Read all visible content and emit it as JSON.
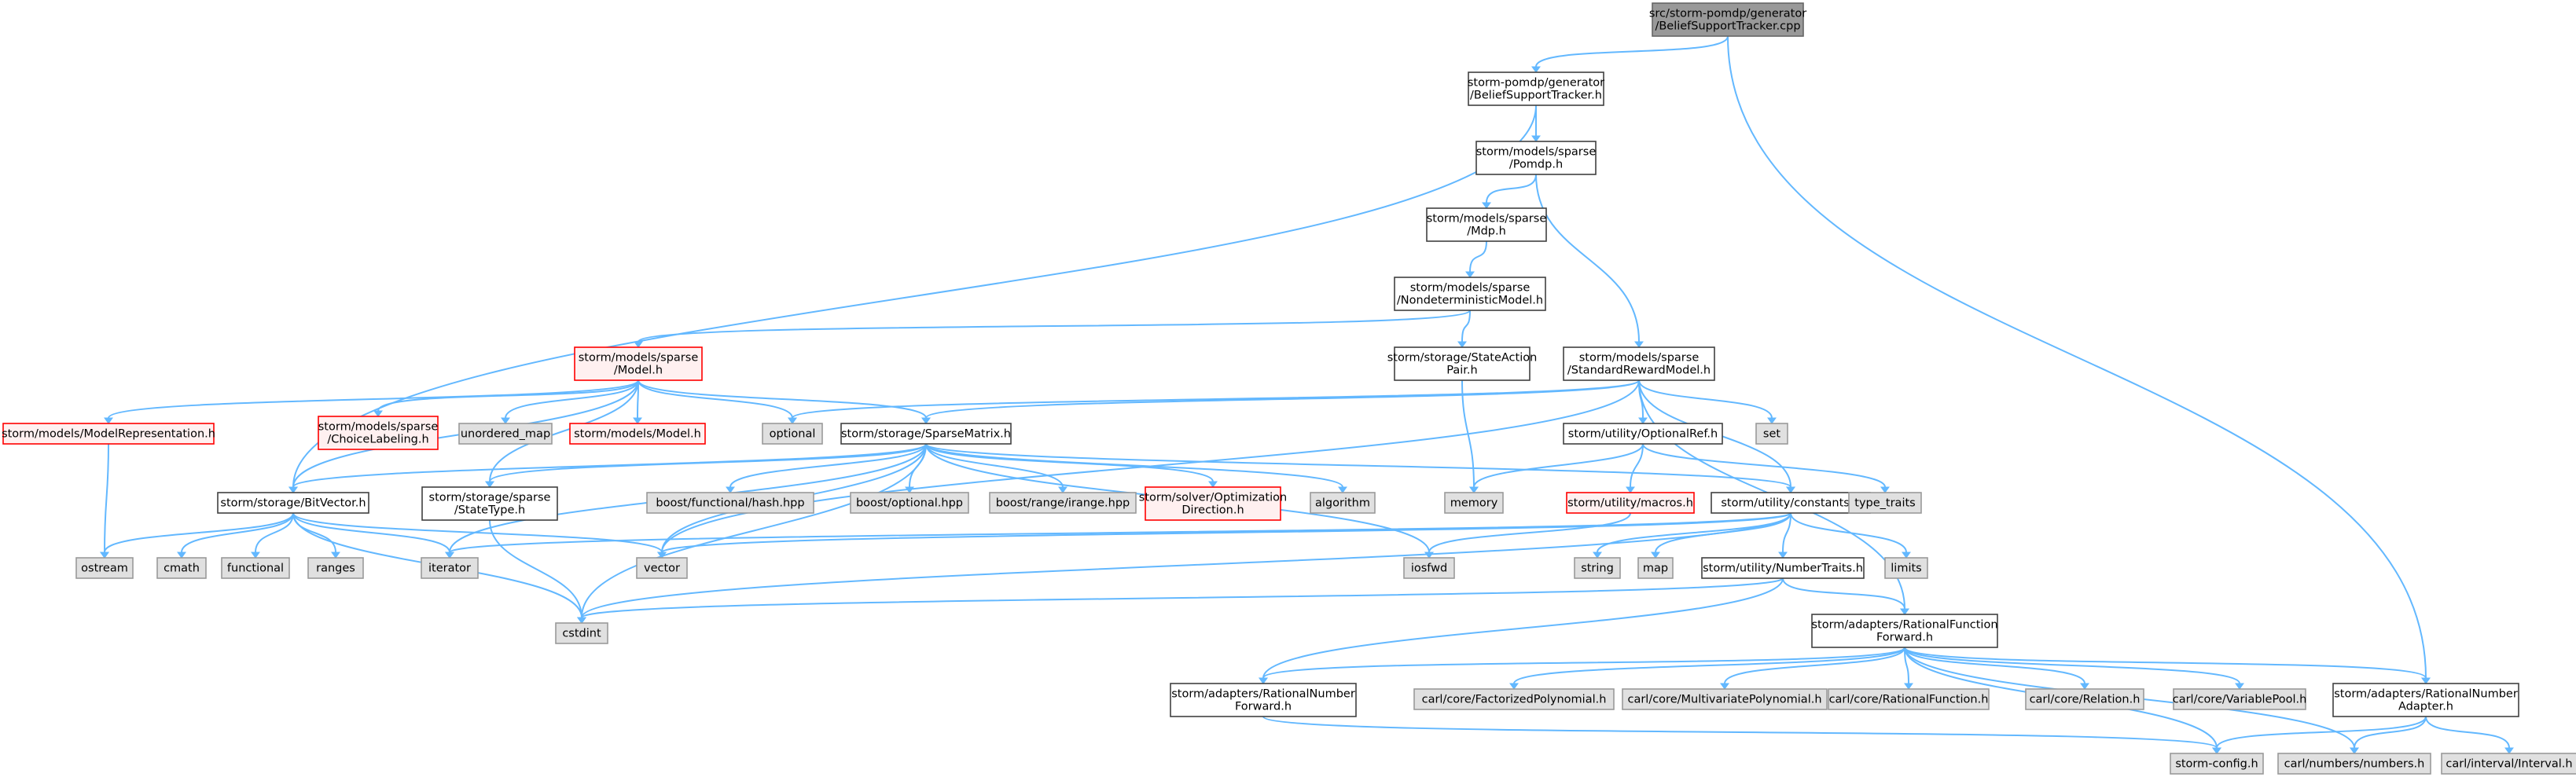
{
  "graph": {
    "nodes": [
      {
        "id": "root",
        "kind": "root",
        "lines": [
          "src/storm-pomdp/generator",
          "/BeliefSupportTracker.cpp"
        ]
      },
      {
        "id": "bst",
        "kind": "normal",
        "lines": [
          "storm-pomdp/generator",
          "/BeliefSupportTracker.h"
        ]
      },
      {
        "id": "pomdp",
        "kind": "normal",
        "lines": [
          "storm/models/sparse",
          "/Pomdp.h"
        ]
      },
      {
        "id": "mdp",
        "kind": "normal",
        "lines": [
          "storm/models/sparse",
          "/Mdp.h"
        ]
      },
      {
        "id": "ndm",
        "kind": "normal",
        "lines": [
          "storm/models/sparse",
          "/NondeterministicModel.h"
        ]
      },
      {
        "id": "model",
        "kind": "red",
        "lines": [
          "storm/models/sparse",
          "/Model.h"
        ]
      },
      {
        "id": "sap",
        "kind": "normal",
        "lines": [
          "storm/storage/StateAction",
          "Pair.h"
        ]
      },
      {
        "id": "srm",
        "kind": "normal",
        "lines": [
          "storm/models/sparse",
          "/StandardRewardModel.h"
        ]
      },
      {
        "id": "modelrep",
        "kind": "red",
        "lines": [
          "storm/models/ModelRepresentation.h"
        ]
      },
      {
        "id": "choicelab",
        "kind": "red",
        "lines": [
          "storm/models/sparse",
          "/ChoiceLabeling.h"
        ]
      },
      {
        "id": "umap",
        "kind": "gray",
        "lines": [
          "unordered_map"
        ]
      },
      {
        "id": "modelh",
        "kind": "red",
        "lines": [
          "storm/models/Model.h"
        ]
      },
      {
        "id": "optional",
        "kind": "gray",
        "lines": [
          "optional"
        ]
      },
      {
        "id": "spmat",
        "kind": "normal",
        "lines": [
          "storm/storage/SparseMatrix.h"
        ]
      },
      {
        "id": "optref",
        "kind": "normal",
        "lines": [
          "storm/utility/OptionalRef.h"
        ]
      },
      {
        "id": "set",
        "kind": "gray",
        "lines": [
          "set"
        ]
      },
      {
        "id": "bitvec",
        "kind": "normal",
        "lines": [
          "storm/storage/BitVector.h"
        ]
      },
      {
        "id": "statetype",
        "kind": "normal",
        "lines": [
          "storm/storage/sparse",
          "/StateType.h"
        ]
      },
      {
        "id": "bhash",
        "kind": "gray",
        "lines": [
          "boost/functional/hash.hpp"
        ]
      },
      {
        "id": "bopt",
        "kind": "gray",
        "lines": [
          "boost/optional.hpp"
        ]
      },
      {
        "id": "brange",
        "kind": "gray",
        "lines": [
          "boost/range/irange.hpp"
        ]
      },
      {
        "id": "optdir",
        "kind": "red",
        "lines": [
          "storm/solver/Optimization",
          "Direction.h"
        ]
      },
      {
        "id": "algorithm",
        "kind": "gray",
        "lines": [
          "algorithm"
        ]
      },
      {
        "id": "memory",
        "kind": "gray",
        "lines": [
          "memory"
        ]
      },
      {
        "id": "macros",
        "kind": "red",
        "lines": [
          "storm/utility/macros.h"
        ]
      },
      {
        "id": "constants",
        "kind": "normal",
        "lines": [
          "storm/utility/constants.h"
        ]
      },
      {
        "id": "typetraits",
        "kind": "gray",
        "lines": [
          "type_traits"
        ]
      },
      {
        "id": "ostream",
        "kind": "gray",
        "lines": [
          "ostream"
        ]
      },
      {
        "id": "cmath",
        "kind": "gray",
        "lines": [
          "cmath"
        ]
      },
      {
        "id": "functional",
        "kind": "gray",
        "lines": [
          "functional"
        ]
      },
      {
        "id": "ranges",
        "kind": "gray",
        "lines": [
          "ranges"
        ]
      },
      {
        "id": "iterator",
        "kind": "gray",
        "lines": [
          "iterator"
        ]
      },
      {
        "id": "vector",
        "kind": "gray",
        "lines": [
          "vector"
        ]
      },
      {
        "id": "iosfwd",
        "kind": "gray",
        "lines": [
          "iosfwd"
        ]
      },
      {
        "id": "string",
        "kind": "gray",
        "lines": [
          "string"
        ]
      },
      {
        "id": "map",
        "kind": "gray",
        "lines": [
          "map"
        ]
      },
      {
        "id": "numtraits",
        "kind": "normal",
        "lines": [
          "storm/utility/NumberTraits.h"
        ]
      },
      {
        "id": "limits",
        "kind": "gray",
        "lines": [
          "limits"
        ]
      },
      {
        "id": "cstdint",
        "kind": "gray",
        "lines": [
          "cstdint"
        ]
      },
      {
        "id": "rff",
        "kind": "normal",
        "lines": [
          "storm/adapters/RationalFunction",
          "Forward.h"
        ]
      },
      {
        "id": "rnf",
        "kind": "normal",
        "lines": [
          "storm/adapters/RationalNumber",
          "Forward.h"
        ]
      },
      {
        "id": "factpoly",
        "kind": "gray",
        "lines": [
          "carl/core/FactorizedPolynomial.h"
        ]
      },
      {
        "id": "multipoly",
        "kind": "gray",
        "lines": [
          "carl/core/MultivariatePolynomial.h"
        ]
      },
      {
        "id": "ratfunc",
        "kind": "gray",
        "lines": [
          "carl/core/RationalFunction.h"
        ]
      },
      {
        "id": "relation",
        "kind": "gray",
        "lines": [
          "carl/core/Relation.h"
        ]
      },
      {
        "id": "varpool",
        "kind": "gray",
        "lines": [
          "carl/core/VariablePool.h"
        ]
      },
      {
        "id": "rna",
        "kind": "normal",
        "lines": [
          "storm/adapters/RationalNumber",
          "Adapter.h"
        ]
      },
      {
        "id": "stormconfig",
        "kind": "gray",
        "lines": [
          "storm-config.h"
        ]
      },
      {
        "id": "numbers",
        "kind": "gray",
        "lines": [
          "carl/numbers/numbers.h"
        ]
      },
      {
        "id": "interval",
        "kind": "gray",
        "lines": [
          "carl/interval/Interval.h"
        ]
      }
    ],
    "edges": [
      [
        "root",
        "bst"
      ],
      [
        "root",
        "rna"
      ],
      [
        "bst",
        "pomdp"
      ],
      [
        "bst",
        "bitvec"
      ],
      [
        "pomdp",
        "mdp"
      ],
      [
        "pomdp",
        "srm"
      ],
      [
        "mdp",
        "ndm"
      ],
      [
        "ndm",
        "model"
      ],
      [
        "ndm",
        "sap"
      ],
      [
        "model",
        "modelrep"
      ],
      [
        "model",
        "choicelab"
      ],
      [
        "model",
        "umap"
      ],
      [
        "model",
        "modelh"
      ],
      [
        "model",
        "optional"
      ],
      [
        "model",
        "spmat"
      ],
      [
        "model",
        "statetype"
      ],
      [
        "model",
        "bitvec"
      ],
      [
        "sap",
        "memory"
      ],
      [
        "srm",
        "optional"
      ],
      [
        "srm",
        "spmat"
      ],
      [
        "srm",
        "optref"
      ],
      [
        "srm",
        "set"
      ],
      [
        "srm",
        "constants"
      ],
      [
        "srm",
        "vector"
      ],
      [
        "srm",
        "rff"
      ],
      [
        "modelrep",
        "ostream"
      ],
      [
        "spmat",
        "bitvec"
      ],
      [
        "spmat",
        "statetype"
      ],
      [
        "spmat",
        "bhash"
      ],
      [
        "spmat",
        "bopt"
      ],
      [
        "spmat",
        "brange"
      ],
      [
        "spmat",
        "optdir"
      ],
      [
        "spmat",
        "algorithm"
      ],
      [
        "spmat",
        "iosfwd"
      ],
      [
        "spmat",
        "iterator"
      ],
      [
        "spmat",
        "vector"
      ],
      [
        "spmat",
        "cstdint"
      ],
      [
        "spmat",
        "constants"
      ],
      [
        "optref",
        "memory"
      ],
      [
        "optref",
        "macros"
      ],
      [
        "optref",
        "typetraits"
      ],
      [
        "macros",
        "iosfwd"
      ],
      [
        "bitvec",
        "ostream"
      ],
      [
        "bitvec",
        "cmath"
      ],
      [
        "bitvec",
        "functional"
      ],
      [
        "bitvec",
        "ranges"
      ],
      [
        "bitvec",
        "iterator"
      ],
      [
        "bitvec",
        "vector"
      ],
      [
        "bitvec",
        "cstdint"
      ],
      [
        "statetype",
        "cstdint"
      ],
      [
        "constants",
        "vector"
      ],
      [
        "constants",
        "string"
      ],
      [
        "constants",
        "map"
      ],
      [
        "constants",
        "limits"
      ],
      [
        "constants",
        "numtraits"
      ],
      [
        "constants",
        "cstdint"
      ],
      [
        "constants",
        "iterator"
      ],
      [
        "numtraits",
        "cstdint"
      ],
      [
        "numtraits",
        "rff"
      ],
      [
        "numtraits",
        "rnf"
      ],
      [
        "rff",
        "rnf"
      ],
      [
        "rff",
        "factpoly"
      ],
      [
        "rff",
        "multipoly"
      ],
      [
        "rff",
        "ratfunc"
      ],
      [
        "rff",
        "relation"
      ],
      [
        "rff",
        "varpool"
      ],
      [
        "rff",
        "rna"
      ],
      [
        "rff",
        "stormconfig"
      ],
      [
        "rff",
        "numbers"
      ],
      [
        "rnf",
        "stormconfig"
      ],
      [
        "rna",
        "stormconfig"
      ],
      [
        "rna",
        "numbers"
      ],
      [
        "rna",
        "interval"
      ]
    ]
  }
}
